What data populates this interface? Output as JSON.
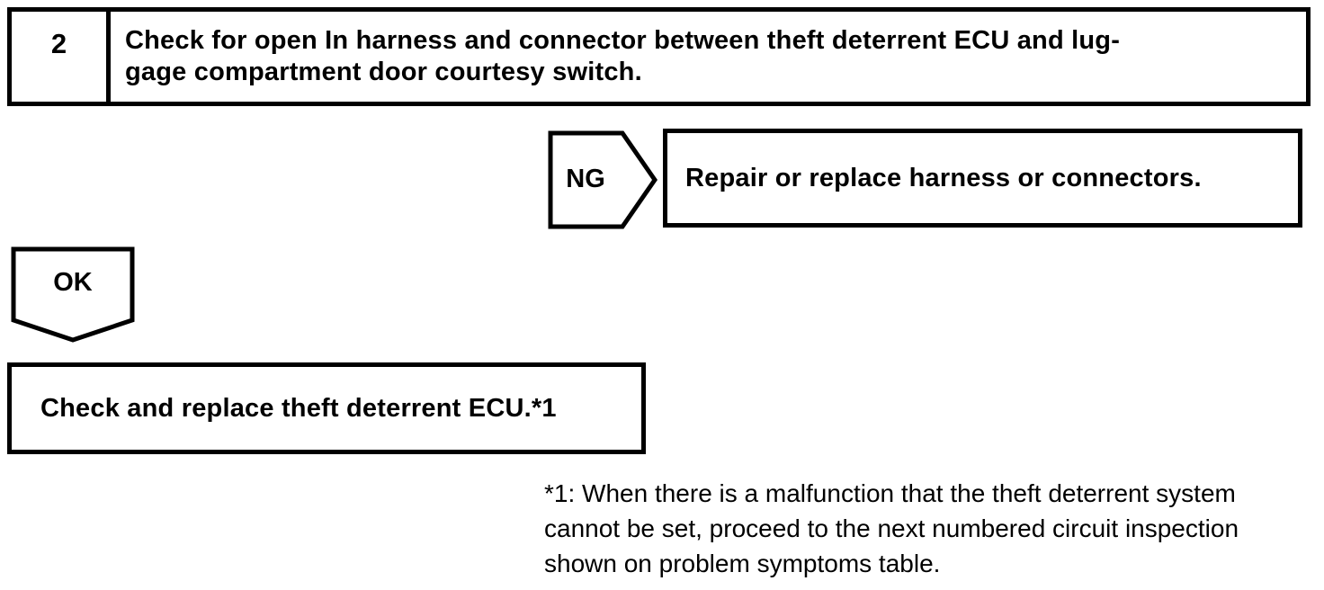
{
  "colors": {
    "ink": "#000000",
    "paper": "#ffffff"
  },
  "flowchart": {
    "step": {
      "number": "2",
      "instruction_lines": [
        "Check for open In harness and connector between theft deterrent ECU and lug-",
        "gage compartment door courtesy switch."
      ]
    },
    "ng_branch": {
      "label": "NG",
      "action": "Repair or replace harness or connectors."
    },
    "ok_branch": {
      "label": "OK",
      "action": "Check and replace theft deterrent ECU.*1"
    },
    "footnote": {
      "lines": [
        "*1: When there is a malfunction that the theft deterrent system",
        "cannot be set, proceed to the next numbered circuit inspection",
        "shown on problem symptoms table."
      ]
    }
  }
}
